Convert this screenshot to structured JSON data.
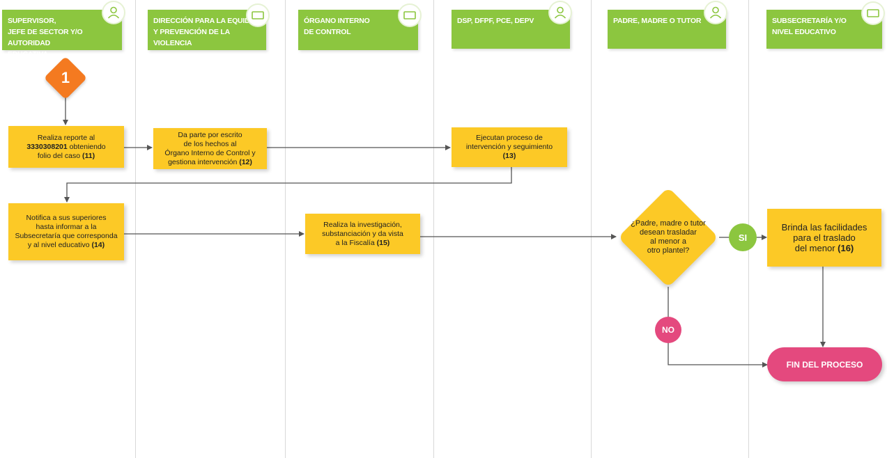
{
  "lanes": [
    {
      "title_lines": [
        "SUPERVISOR,",
        "JEFE DE SECTOR Y/O AUTORIDAD",
        "EDUCATIVA"
      ],
      "icon": "person-icon"
    },
    {
      "title_lines": [
        "DIRECCIÓN PARA LA EQUIDAD",
        "Y PREVENCIÓN DE LA VIOLENCIA"
      ],
      "icon": "monitor-icon"
    },
    {
      "title_lines": [
        "ÓRGANO INTERNO",
        "DE CONTROL"
      ],
      "icon": "monitor-icon"
    },
    {
      "title_lines": [
        "DSP, DFPF, PCE, DEPV"
      ],
      "icon": "person-icon"
    },
    {
      "title_lines": [
        "PADRE, MADRE O TUTOR"
      ],
      "icon": "person-icon"
    },
    {
      "title_lines": [
        "SUBSECRETARÍA Y/O",
        "NIVEL EDUCATIVO"
      ],
      "icon": "monitor-icon"
    }
  ],
  "start": {
    "label": "1"
  },
  "steps": {
    "s11": {
      "l1": "Realiza reporte al",
      "num": "3330308201",
      "l2": " obteniendo",
      "l3": "folio del caso ",
      "ref": "(11)"
    },
    "s12": {
      "l1": "Da parte por escrito",
      "l2": "de los hechos al",
      "l3": "Órgano Interno de Control y",
      "l4": "gestiona intervención ",
      "ref": "(12)"
    },
    "s13": {
      "l1": "Ejecutan proceso de",
      "l2": "intervención y seguimiento",
      "ref": "(13)"
    },
    "s14": {
      "l1": "Notifica a sus superiores",
      "l2": "hasta informar a la",
      "l3": "Subsecretaría que corresponda",
      "l4": "y al nivel educativo ",
      "ref": "(14)"
    },
    "s15": {
      "l1": "Realiza la investigación,",
      "l2": "substanciación y da vista",
      "l3": "a la Fiscalía ",
      "ref": "(15)"
    },
    "s16": {
      "l1": "Brinda las facilidades",
      "l2": "para el traslado",
      "l3": "del menor ",
      "ref": "(16)"
    }
  },
  "decision": {
    "l1": "¿Padre, madre o tutor",
    "l2": "desean trasladar",
    "l3": "al menor a",
    "l4": "otro plantel?"
  },
  "yes_label": "SI",
  "no_label": "NO",
  "end_label": "FIN DEL PROCESO",
  "colors": {
    "lane_header": "#8cc63f",
    "step": "#fcc926",
    "start": "#f47a20",
    "yes": "#8cc63f",
    "no": "#e4497e",
    "end": "#e4497e",
    "connector": "#555555"
  }
}
